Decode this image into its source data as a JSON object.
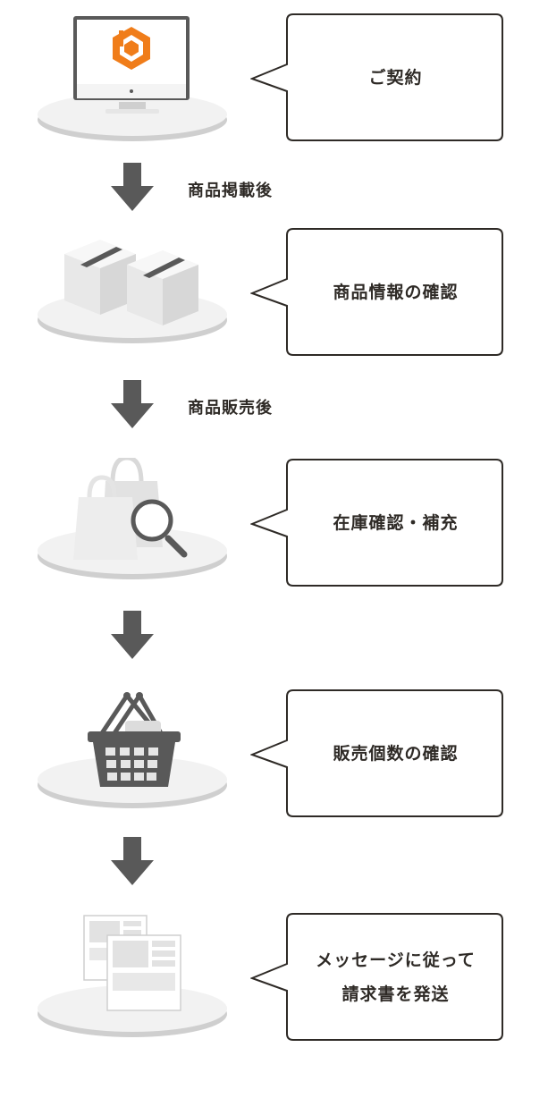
{
  "steps": [
    {
      "id": "contract",
      "label_lines": [
        "ご契約"
      ],
      "icon": "monitor-logo-icon"
    },
    {
      "id": "product-check",
      "label_lines": [
        "商品情報の確認"
      ],
      "icon": "boxes-icon"
    },
    {
      "id": "stock-check",
      "label_lines": [
        "在庫確認・補充"
      ],
      "icon": "shopping-bag-search-icon"
    },
    {
      "id": "sales-check",
      "label_lines": [
        "販売個数の確認"
      ],
      "icon": "shopping-basket-icon"
    },
    {
      "id": "invoice",
      "label_lines": [
        "メッセージに従って",
        "請求書を発送"
      ],
      "icon": "documents-icon"
    }
  ],
  "connectors": [
    {
      "label": "商品掲載後"
    },
    {
      "label": "商品販売後"
    },
    {
      "label": ""
    },
    {
      "label": ""
    }
  ],
  "colors": {
    "brand_orange": "#f07d1a",
    "arrow": "#595959",
    "text": "#2e2a26",
    "platform_top": "#f2f2f2",
    "platform_side": "#cfcfcf"
  }
}
